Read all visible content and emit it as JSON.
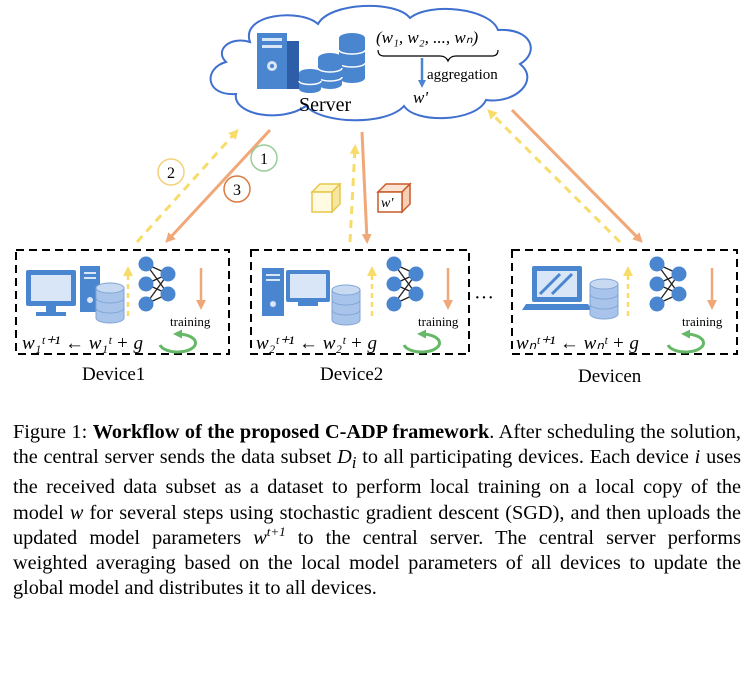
{
  "server": {
    "label": "Server",
    "weights_tuple": "(w₁, w₂, ..., wₙ)",
    "aggregation_label": "aggregation",
    "aggregated_weight": "w'"
  },
  "steps": [
    "1",
    "2",
    "3"
  ],
  "broadcast_weight": "w'",
  "devices": [
    {
      "name": "Device1",
      "formula": "w₁ᵗ⁺¹ ← w₁ᵗ + g",
      "training_label": "training"
    },
    {
      "name": "Device2",
      "formula": "w₂ᵗ⁺¹ ← w₂ᵗ + g",
      "training_label": "training"
    },
    {
      "name": "Devicen",
      "formula": "wₙᵗ⁺¹ ← wₙᵗ + g",
      "training_label": "training"
    }
  ],
  "ellipsis": "···",
  "caption": {
    "prefix": "Figure 1: ",
    "bold": "Workflow of the proposed C-ADP framework",
    "p1": ". After scheduling the solution, the central server sends the data subset ",
    "D": "D",
    "D_sub": "i",
    "p2": " to all participating devices. Each device ",
    "i": "i",
    "p3": " uses the received data subset as a dataset to perform local training on a local copy of the model ",
    "w": "w",
    "p4": " for several steps using stochastic gradient descent (SGD), and then uploads the updated model parameters ",
    "w2": "w",
    "sup": "t+1",
    "p5": " to the central server. The central server performs weighted averaging based on the local model parameters of all devices to update the global model and distributes it to all devices."
  },
  "colors": {
    "orange": "#f0a878",
    "yellow": "#f8dc6a",
    "blue": "#4a86d0",
    "cloud_stroke": "#3f6fcf",
    "green": "#66b866"
  }
}
